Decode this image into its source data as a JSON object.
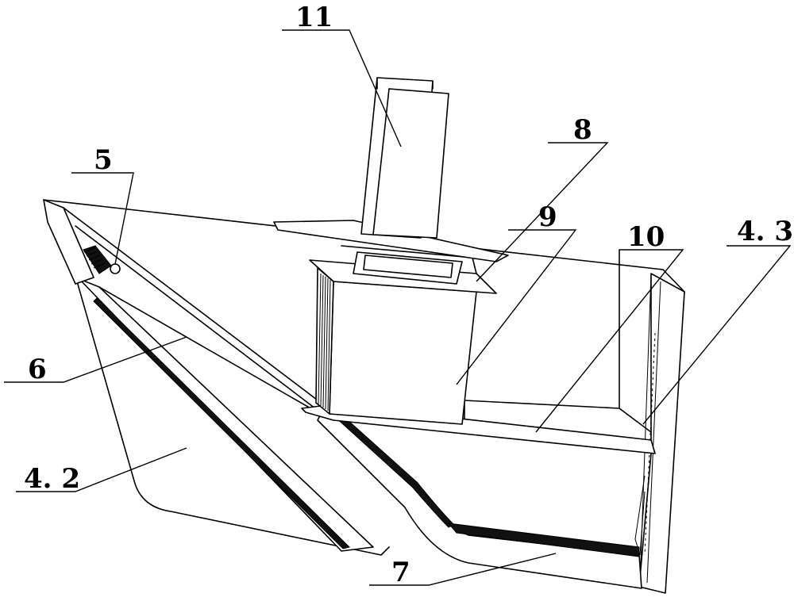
{
  "figure": {
    "labels": {
      "l11": "11",
      "l8": "8",
      "l5": "5",
      "l9": "9",
      "l10": "10",
      "l43": "4. 3",
      "l6": "6",
      "l42": "4. 2",
      "l7": "7"
    }
  }
}
